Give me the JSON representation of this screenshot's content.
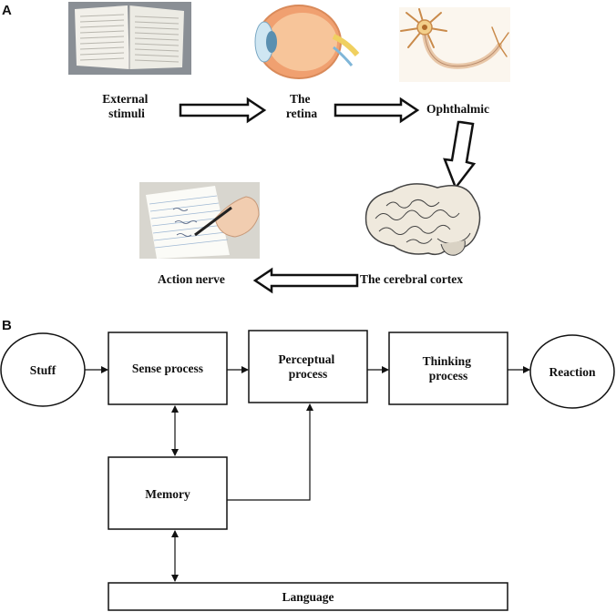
{
  "panel_a": {
    "tag": "A",
    "external_line1": "External",
    "external_line2": "stimuli",
    "retina_line1": "The",
    "retina_line2": "retina",
    "ophthalmic": "Ophthalmic",
    "cortex": "The cerebral cortex",
    "action": "Action nerve"
  },
  "panel_b": {
    "tag": "B",
    "stuff": "Stuff",
    "sense": "Sense process",
    "perceptual_line1": "Perceptual",
    "perceptual_line2": "process",
    "thinking_line1": "Thinking",
    "thinking_line2": "process",
    "reaction": "Reaction",
    "memory": "Memory",
    "language": "Language"
  },
  "icons": {
    "book": "open-book-photo",
    "eye": "eye-anatomy",
    "neuron": "neuron",
    "brain": "brain-sketch",
    "writing": "hand-writing-photo"
  }
}
